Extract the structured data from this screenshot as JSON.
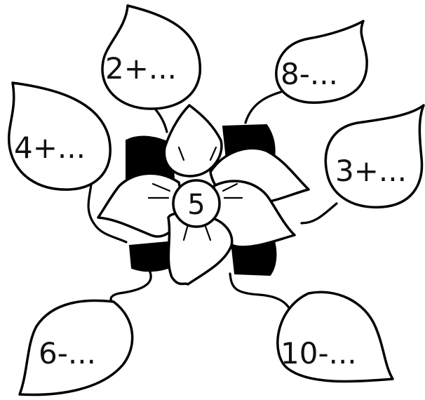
{
  "center": {
    "value": "5"
  },
  "leaves": [
    {
      "id": "top-left",
      "text": "2+..."
    },
    {
      "id": "top-right",
      "text": "8-..."
    },
    {
      "id": "left",
      "text": "4+..."
    },
    {
      "id": "right",
      "text": "3+..."
    },
    {
      "id": "bottom-left",
      "text": "6-..."
    },
    {
      "id": "bottom-right",
      "text": "10-..."
    }
  ]
}
